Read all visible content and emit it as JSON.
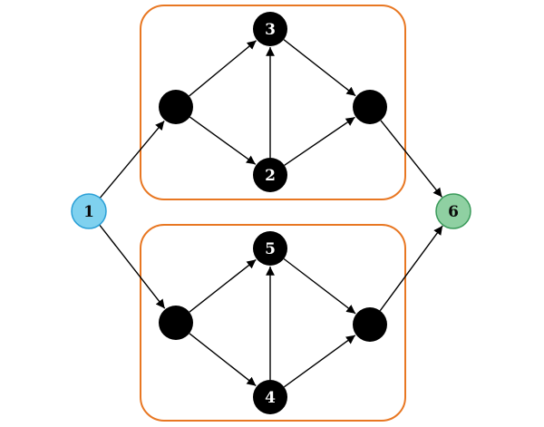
{
  "diagram": {
    "nodes": {
      "n1": "1",
      "n2": "2",
      "n3": "3",
      "n4": "4",
      "n5": "5",
      "n6": "6"
    },
    "colors": {
      "group_border": "#e87722",
      "start_fill": "#7fd1ef",
      "end_fill": "#8fd0a2",
      "node_fill": "#000000"
    },
    "edges": [
      [
        "n1",
        "top-left"
      ],
      [
        "n1",
        "bottom-left"
      ],
      [
        "top-left",
        "n3"
      ],
      [
        "top-left",
        "n2"
      ],
      [
        "n2",
        "n3"
      ],
      [
        "n3",
        "top-right"
      ],
      [
        "n2",
        "top-right"
      ],
      [
        "top-right",
        "n6"
      ],
      [
        "bottom-left",
        "n5"
      ],
      [
        "bottom-left",
        "n4"
      ],
      [
        "n4",
        "n5"
      ],
      [
        "n5",
        "bottom-right"
      ],
      [
        "n4",
        "bottom-right"
      ],
      [
        "bottom-right",
        "n6"
      ]
    ]
  }
}
